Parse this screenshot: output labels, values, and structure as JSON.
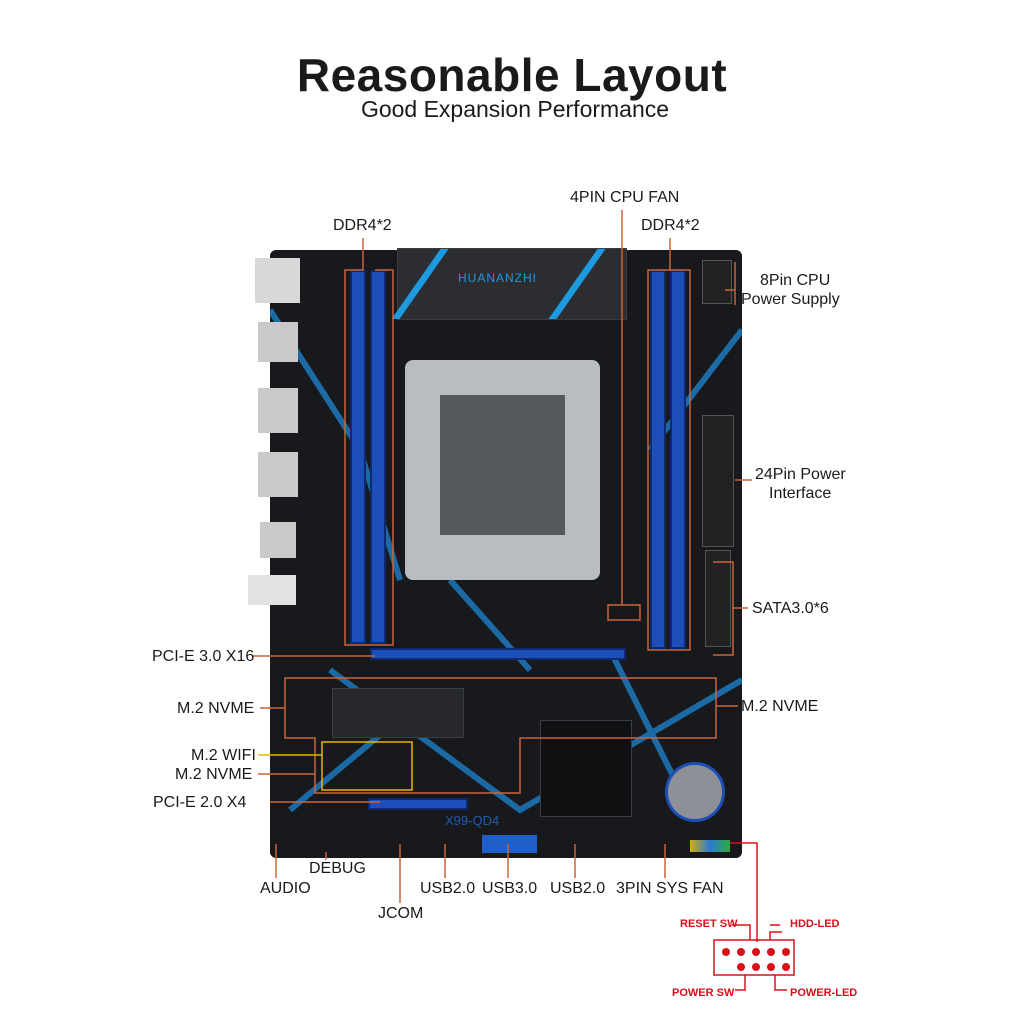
{
  "header": {
    "title": "Reasonable Layout",
    "subtitle": "Good Expansion Performance"
  },
  "board": {
    "brand": "HUANANZHI",
    "model": "X99-QD4"
  },
  "labels": {
    "ddr4_left": "DDR4*2",
    "cpu_fan": "4PIN CPU FAN",
    "ddr4_right": "DDR4*2",
    "cpu_power_1": "8Pin CPU",
    "cpu_power_2": "Power Supply",
    "atx_power_1": "24Pin Power",
    "atx_power_2": "Interface",
    "sata": "SATA3.0*6",
    "pcie16": "PCI-E 3.0 X16",
    "m2_nvme_left": "M.2 NVME",
    "m2_nvme_right": "M.2 NVME",
    "m2_wifi": "M.2 WIFI",
    "m2_nvme_lower": "M.2 NVME",
    "pcie4": "PCI-E 2.0 X4",
    "debug": "DEBUG",
    "audio": "AUDIO",
    "jcom": "JCOM",
    "usb2_a": "USB2.0",
    "usb3": "USB3.0",
    "usb2_b": "USB2.0",
    "sys_fan": "3PIN SYS FAN"
  },
  "front_panel": {
    "reset": "RESET SW",
    "hdd": "HDD-LED",
    "power_sw": "POWER SW",
    "power_led": "POWER-LED"
  },
  "colors": {
    "leader": "#c8643c",
    "accent": "#1e8fd8",
    "panel": "#d8101a"
  }
}
